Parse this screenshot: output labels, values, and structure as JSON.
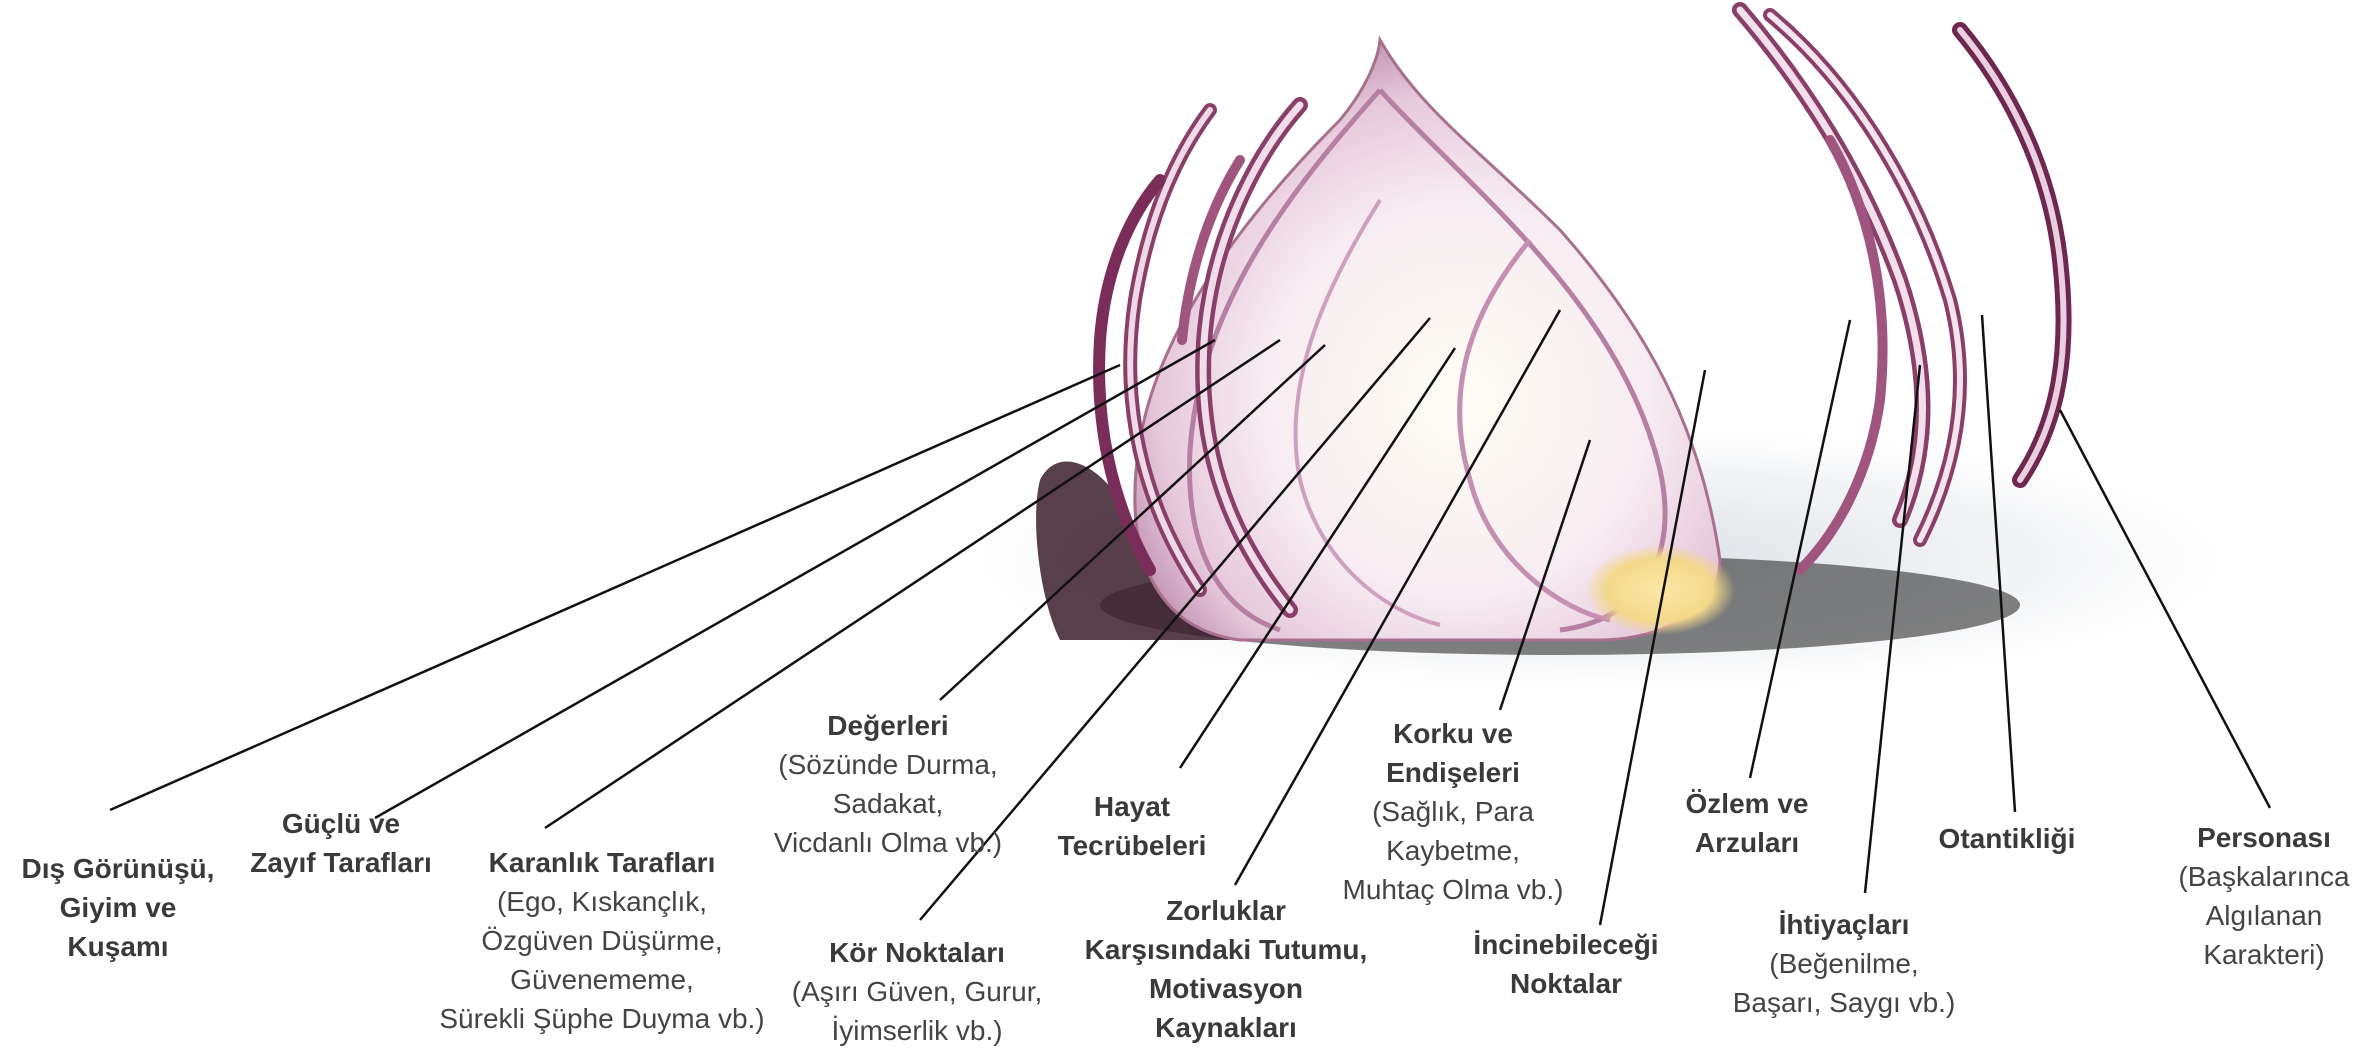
{
  "labels": [
    {
      "id": "dis-gorunus",
      "title": [
        "Dış Görünüşü,",
        "Giyim ve",
        "Kuşamı"
      ],
      "detail": []
    },
    {
      "id": "guclu-zayif",
      "title": [
        "Güçlü ve",
        "Zayıf Tarafları"
      ],
      "detail": []
    },
    {
      "id": "karanlik",
      "title": [
        "Karanlık Tarafları"
      ],
      "detail": [
        "(Ego, Kıskançlık,",
        "Özgüven Düşürme,",
        "Güvenememe,",
        "Sürekli Şüphe Duyma vb.)"
      ]
    },
    {
      "id": "degerleri",
      "title": [
        "Değerleri"
      ],
      "detail": [
        "(Sözünde Durma,",
        "Sadakat,",
        "Vicdanlı Olma vb.)"
      ]
    },
    {
      "id": "kor-noktalari",
      "title": [
        "Kör Noktaları"
      ],
      "detail": [
        "(Aşırı Güven, Gurur,",
        "İyimserlik vb.)"
      ]
    },
    {
      "id": "hayat",
      "title": [
        "Hayat",
        "Tecrübeleri"
      ],
      "detail": []
    },
    {
      "id": "zorluklar",
      "title": [
        "Zorluklar",
        "Karşısındaki Tutumu,",
        "Motivasyon",
        "Kaynakları"
      ],
      "detail": []
    },
    {
      "id": "korku",
      "title": [
        "Korku ve",
        "Endişeleri"
      ],
      "detail": [
        "(Sağlık, Para",
        "Kaybetme,",
        "Muhtaç Olma vb.)"
      ]
    },
    {
      "id": "incinebilecegi",
      "title": [
        "İncinebileceği",
        "Noktalar"
      ],
      "detail": []
    },
    {
      "id": "ozlem",
      "title": [
        "Özlem ve",
        "Arzuları"
      ],
      "detail": []
    },
    {
      "id": "ihtiyaclari",
      "title": [
        "İhtiyaçları"
      ],
      "detail": [
        "(Beğenilme,",
        "Başarı, Saygı vb.)"
      ]
    },
    {
      "id": "otantikligi",
      "title": [
        "Otantikliği"
      ],
      "detail": []
    },
    {
      "id": "personasi",
      "title": [
        "Personası"
      ],
      "detail": [
        "(Başkalarınca",
        "Algılanan",
        "Karakteri)"
      ]
    }
  ],
  "colors": {
    "leader_line": "#111111",
    "onion_outer": "#7b2d5a",
    "onion_mid": "#c79ab8",
    "onion_light": "#f3e6ee",
    "onion_core": "#f6e3a1"
  }
}
